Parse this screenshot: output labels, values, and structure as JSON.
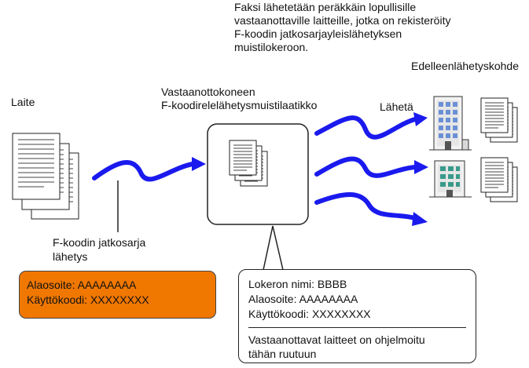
{
  "description": [
    "Faksi lähetetään peräkkäin lopullisille",
    "vastaanottaville laitteille, jotka on rekisteröity",
    "F-koodin jatkosarjayleislähetyksen",
    "muistilokeroon."
  ],
  "labels": {
    "device": "Laite",
    "receiving_machine_box": [
      "Vastaanottokoneen",
      "F-koodirelelähetysmuistilaatikko"
    ],
    "send": "Lähetä",
    "forward_destination": "Edelleenlähetyskohde",
    "relay_transmission": [
      "F-koodin jatkosarja",
      "lähetys"
    ]
  },
  "sender_callout": {
    "lines": [
      "Alaosoite: AAAAAAAA",
      "Käyttökoodi: XXXXXXXX"
    ],
    "color": "#f07700"
  },
  "mailbox_callout": {
    "lines": [
      "Lokeron nimi: BBBB",
      "Alaosoite: AAAAAAAA",
      "Käyttökoodi: XXXXXXXX"
    ],
    "note": [
      "Vastaanottavat laitteet on ohjelmoitu",
      "tähän ruutuun"
    ]
  },
  "icons": [
    "document-stack-icon",
    "mailbox-box-icon",
    "office-building-icon",
    "transmission-arrow-icon"
  ],
  "colors": {
    "arrow": "#1a1aee",
    "building_window": "#6b8fd6",
    "building_window_green": "#3a9a8a"
  }
}
